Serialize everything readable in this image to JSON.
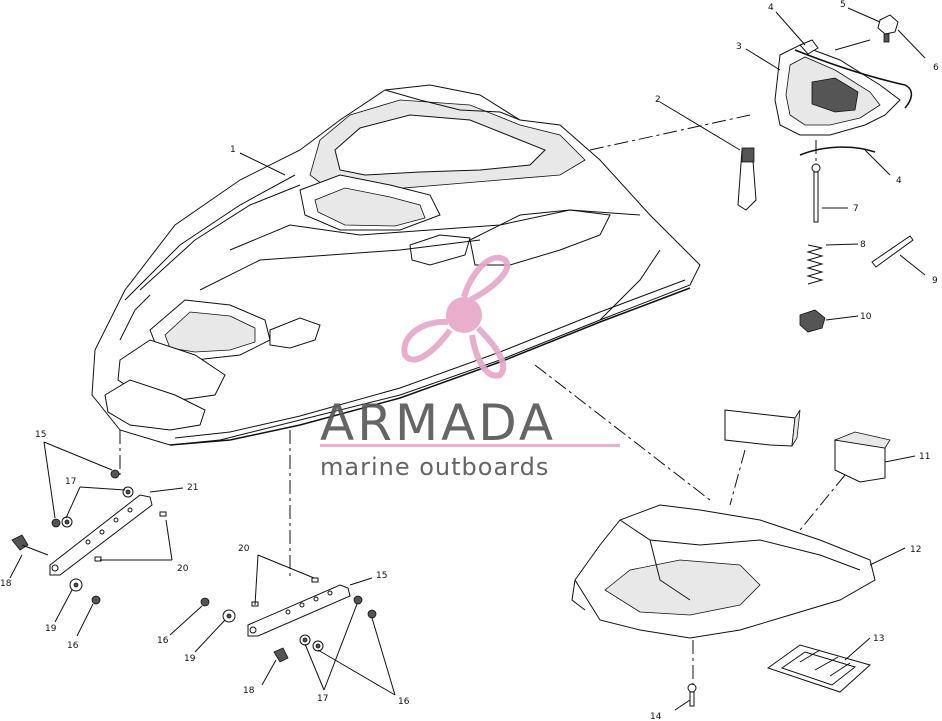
{
  "watermark": {
    "brand": "ARMADA",
    "tagline": "marine outboards",
    "color": "#e8a6c8"
  },
  "callouts": {
    "c1": "1",
    "c2": "2",
    "c3": "3",
    "c4a": "4",
    "c4b": "4",
    "c5": "5",
    "c6": "6",
    "c7": "7",
    "c8": "8",
    "c9": "9",
    "c10": "10",
    "c11": "11",
    "c12": "12",
    "c13": "13",
    "c14": "14",
    "c15a": "15",
    "c15b": "15",
    "c16a": "16",
    "c16b": "16",
    "c16c": "16",
    "c17a": "17",
    "c17b": "17",
    "c18a": "18",
    "c18b": "18",
    "c19a": "19",
    "c19b": "19",
    "c20a": "20",
    "c20b": "20",
    "c21": "21"
  }
}
